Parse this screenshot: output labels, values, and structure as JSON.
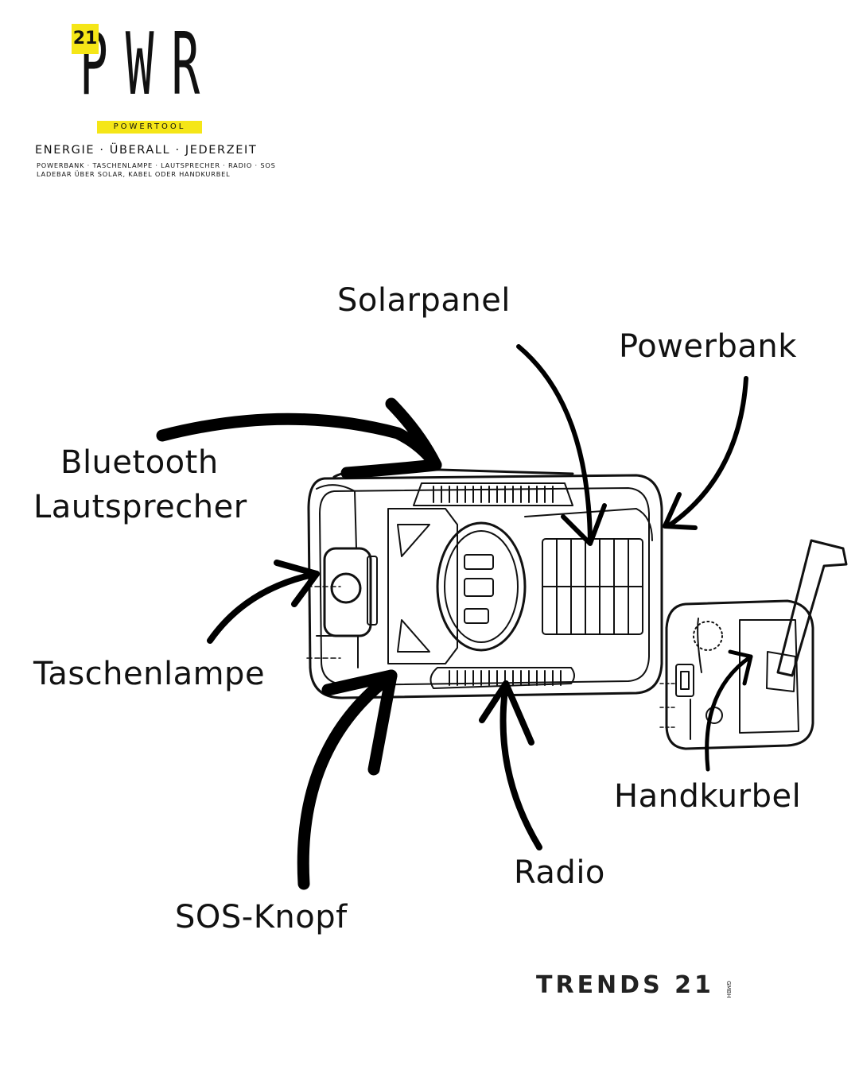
{
  "logo": {
    "badge": "21",
    "letters": "PWR",
    "band": "POWERTOOL",
    "accent_color": "#f5e617"
  },
  "tagline": "ENERGIE · ÜBERALL · JEDERZEIT",
  "features_line": "POWERBANK · TASCHENLAMPE · LAUTSPRECHER · RADIO · SOS",
  "charging_line": "LADEBAR ÜBER SOLAR, KABEL ODER HANDKURBEL",
  "labels": {
    "solar": "Solarpanel",
    "powerbank": "Powerbank",
    "bluetooth_line1": "Bluetooth",
    "bluetooth_line2": "Lautsprecher",
    "flashlight": "Taschenlampe",
    "crank": "Handkurbel",
    "radio": "Radio",
    "sos": "SOS-Knopf"
  },
  "brand": {
    "name": "TRENDS 21",
    "suffix": "GMBH"
  }
}
